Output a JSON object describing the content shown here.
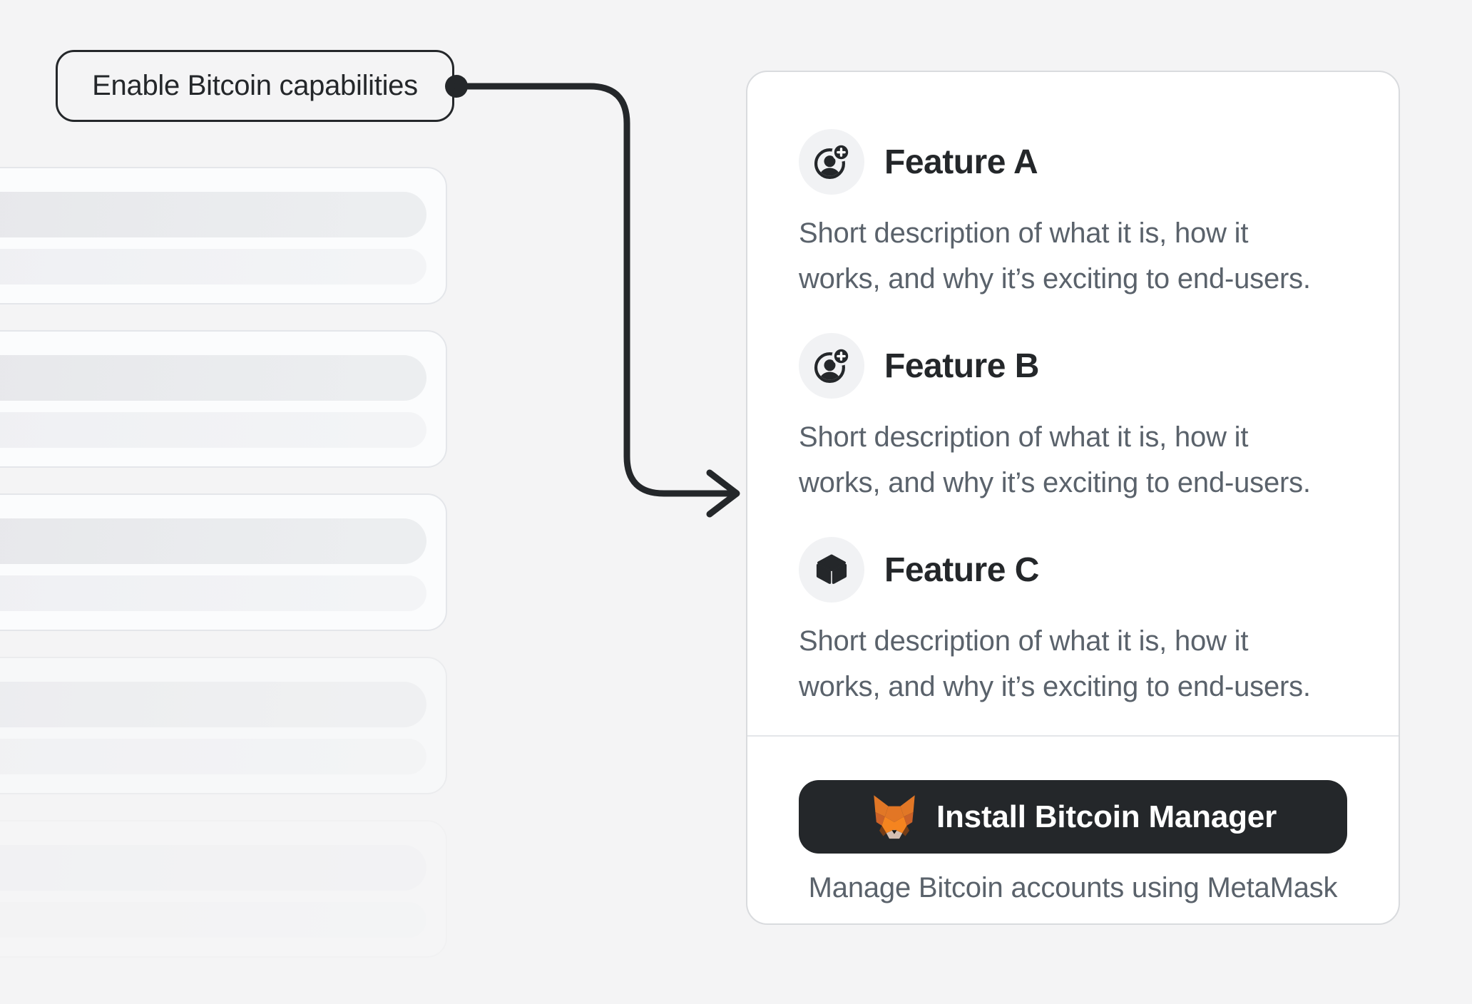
{
  "colors": {
    "page_background": "#f4f4f5",
    "ink": "#24272a",
    "muted_text": "#5a626b",
    "panel_border": "#d9dbde",
    "divider": "#e4e6e9",
    "icon_badge_background": "#f1f2f4",
    "button_background": "#24272a",
    "button_text": "#ffffff",
    "skeleton_bar": "#e8e9ec",
    "metamask_orange": "#E17726"
  },
  "callout": {
    "label": "Enable Bitcoin capabilities"
  },
  "panel": {
    "features": [
      {
        "icon": "account-add-icon",
        "title": "Feature A",
        "description_lines": [
          "Short description of what it is, how it",
          "works, and why it’s exciting to end-users."
        ]
      },
      {
        "icon": "account-add-icon",
        "title": "Feature B",
        "description_lines": [
          "Short description of what it is, how it",
          "works, and why it’s exciting to end-users."
        ]
      },
      {
        "icon": "cube-icon",
        "title": "Feature C",
        "description_lines": [
          "Short description of what it is, how it",
          "works, and why it’s exciting to end-users."
        ]
      }
    ],
    "footer": {
      "install_button_label": "Install Bitcoin Manager",
      "install_button_icon": "metamask-fox-icon",
      "caption": "Manage Bitcoin accounts using MetaMask"
    }
  },
  "skeleton": {
    "card_count": 5,
    "bars_per_card": 2
  }
}
